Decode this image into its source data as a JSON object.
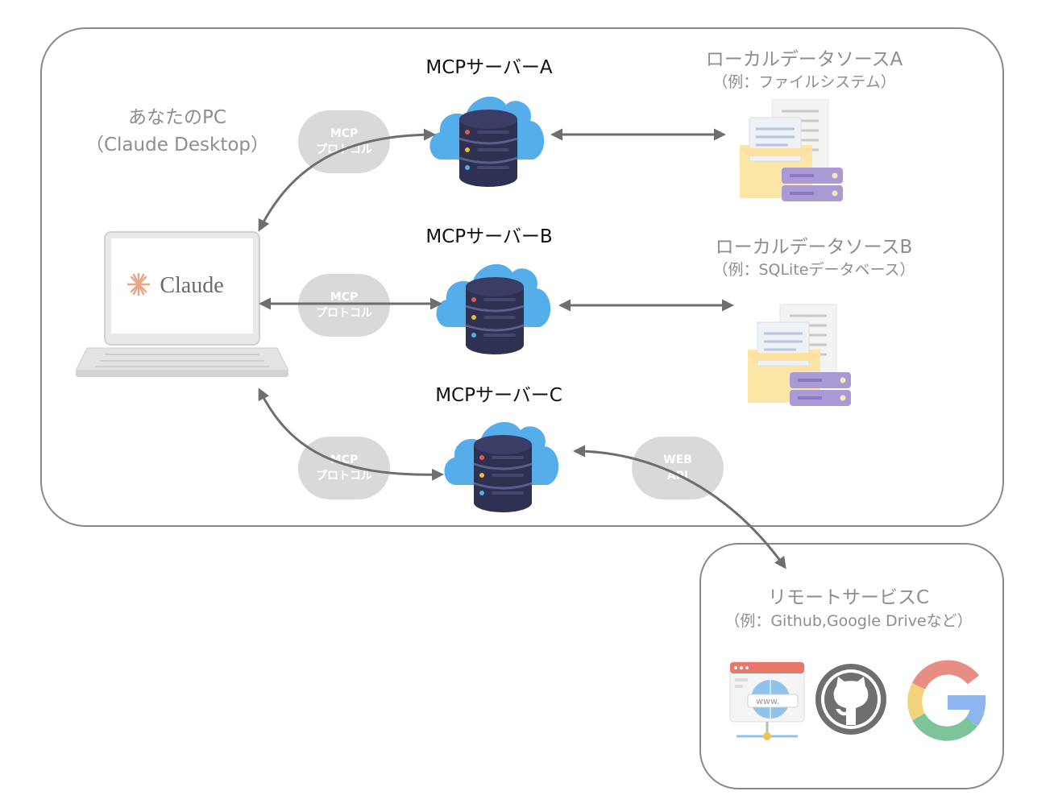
{
  "pc": {
    "title": "あなたのPC",
    "subtitle": "（Claude Desktop）"
  },
  "laptop": {
    "brand": "Claude"
  },
  "servers": [
    {
      "label": "MCPサーバーA"
    },
    {
      "label": "MCPサーバーB"
    },
    {
      "label": "MCPサーバーC"
    }
  ],
  "protocol_pills": [
    {
      "line1": "MCP",
      "line2": "プロトコル"
    },
    {
      "line1": "MCP",
      "line2": "プロトコル"
    },
    {
      "line1": "MCP",
      "line2": "プロトコル"
    }
  ],
  "webapi_pill": {
    "line1": "WEB",
    "line2": "API"
  },
  "data_sources": [
    {
      "title": "ローカルデータソースA",
      "subtitle": "（例：ファイルシステム）"
    },
    {
      "title": "ローカルデータソースB",
      "subtitle": "（例：SQLiteデータベース）"
    }
  ],
  "remote": {
    "title": "リモートサービスC",
    "subtitle": "（例：Github,Google Driveなど）",
    "www_text": "www."
  },
  "colors": {
    "border": "#8a8a8a",
    "pill": "#d9d9d9",
    "arrow": "#6e6e6e",
    "cloud": "#55aee9",
    "db": "#2e3151",
    "claude_accent": "#e7a58a"
  }
}
